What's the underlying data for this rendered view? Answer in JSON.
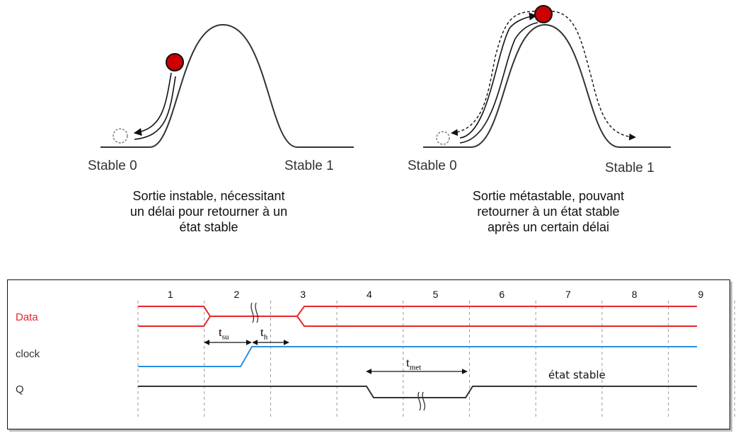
{
  "left_panel": {
    "label_left": "Stable 0",
    "label_right": "Stable 1",
    "caption_lines": [
      "Sortie instable, nécessitant",
      "un délai pour retourner à un",
      "état stable"
    ]
  },
  "right_panel": {
    "label_left": "Stable 0",
    "label_right": "Stable 1",
    "caption_lines": [
      "Sortie métastable, pouvant",
      "retourner à un état stable",
      "après un certain délai"
    ]
  },
  "timing": {
    "ticks": [
      "1",
      "2",
      "3",
      "4",
      "5",
      "6",
      "7",
      "8",
      "9"
    ],
    "signals": {
      "data": "Data",
      "clock": "clock",
      "q": "Q"
    },
    "labels": {
      "tsu_base": "t",
      "tsu_sub": "su",
      "th_base": "t",
      "th_sub": "h",
      "tmet_base": "t",
      "tmet_sub": "met",
      "stable": "état stable"
    },
    "colors": {
      "data": "#e8262a",
      "clock": "#2b8fe0",
      "q": "#333333",
      "ball": "#cc0000"
    }
  }
}
